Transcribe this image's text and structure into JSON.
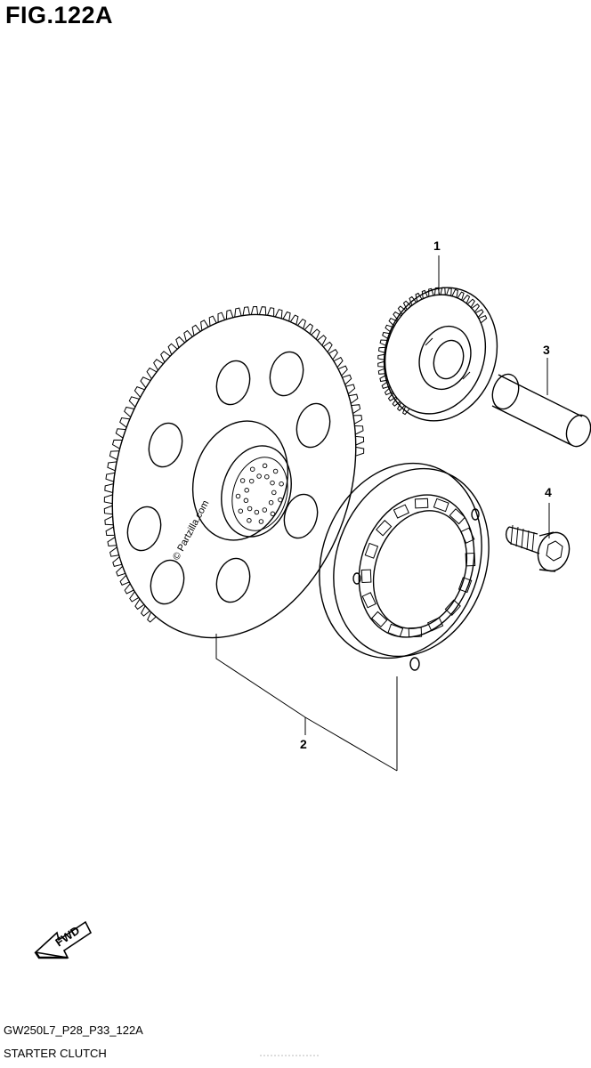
{
  "figure": {
    "title": "FIG.122A",
    "ref_code": "GW250L7_P28_P33_122A",
    "caption": "STARTER CLUTCH"
  },
  "callouts": [
    "1",
    "2",
    "3",
    "4"
  ],
  "fwd_label": "FWD",
  "watermark": "© Partzilla.com"
}
